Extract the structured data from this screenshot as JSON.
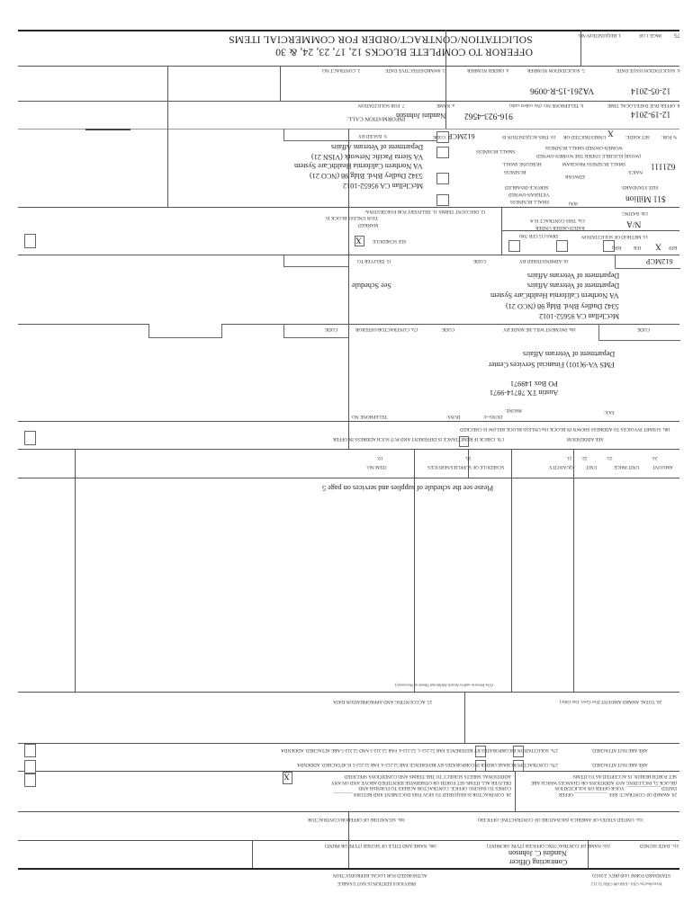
{
  "header": {
    "title": "SOLICITATION/CONTRACT/ORDER FOR COMMERCIAL ITEMS",
    "subtitle": "OFFEROR TO COMPLETE BLOCKS 12, 17, 23, 24, & 30",
    "requisition_label": "1. REQUISITION NO.",
    "page_label": "PAGE 1 OF",
    "page_total": "75"
  },
  "row2": {
    "contract_no_label": "2. CONTRACT NO.",
    "award_date_label": "3. AWARD/EFFECTIVE DATE",
    "order_no_label": "4. ORDER NUMBER",
    "solicitation_no_label": "5. SOLICITATION NUMBER",
    "solicitation_no": "VA261-15-R-0096",
    "issue_date_label": "6. SOLICITATION ISSUE DATE",
    "issue_date": "12-05-2014"
  },
  "row7": {
    "for_info_label": "7. FOR SOLICITATION",
    "for_info_label2": "INFORMATION CALL:",
    "name_label": "a. NAME",
    "name": "Nandini Johnson",
    "phone_label": "b. TELEPHONE NO. (No collect calls)",
    "phone": "916-923-4562",
    "offer_due_label": "8. OFFER DUE DATE/LOCAL TIME",
    "offer_due": "12-19-2014"
  },
  "issued_by": {
    "label": "9. ISSUED BY",
    "code_label": "CODE",
    "code": "612MCP",
    "address": [
      "Department of Veterans Affairs",
      "VA Sierra Pacific Network (VISN 21)",
      "VA Northern California HealthCare System",
      "5342 Dudley Blvd. Bldg 98 (NCO 21)",
      "McClellan CA 95652-1012"
    ]
  },
  "acquisition": {
    "label": "10. THIS ACQUISITION IS",
    "unrestricted": "UNRESTRICTED OR",
    "mark": "X",
    "set_aside": "SET ASIDE:",
    "percent_for": "% FOR:",
    "wosb1": "WOMEN-OWNED SMALL BUSINESS",
    "wosb_small": "SMALL BUSINESS",
    "wosb2": "(WOSB) ELIGIBLE UNDER THE WOMEN-OWNED",
    "wosb3": "SMALL BUSINESS PROGRAM",
    "hubzone": "HUBZONE SMALL",
    "business": "BUSINESS",
    "edwosb": "EDWOSB",
    "sdvosb1": "SERVICE-DISABLED",
    "sdvosb2": "VETERAN-OWNED",
    "sdvosb3": "SMALL BUSINESS",
    "eight_a": "8(A)",
    "naics_label": "NAICS:",
    "naics": "621111",
    "size_label": "SIZE STANDARD:",
    "size": "$11 Million"
  },
  "row11": {
    "discount_label": "12. DISCOUNT TERMS     11. DELIVERY FOR FOB DESTINA-",
    "delivery_label2": "TION UNLESS BLOCK IS",
    "delivery_label3": "MARKED",
    "see_schedule": "SEE SCHEDULE",
    "see_schedule_mark": "X",
    "rated_label1": "13a. THIS CONTRACT IS A",
    "rated_label2": "RATED ORDER UNDER",
    "rated_label3": "DPAS (15 CFR 700)",
    "rating_label": "13b. RATING",
    "rating": "N/A",
    "method_label": "14. METHOD OF SOLICITATION",
    "rfq": "RFQ",
    "ifb": "IFB",
    "rfp": "RFP",
    "rfp_mark": "X"
  },
  "row15": {
    "deliver_to_label": "15. DELIVER TO",
    "deliver_to": "See Schedule",
    "administered_label": "16. ADMINISTERED BY",
    "code_label": "CODE",
    "code": "612MCP",
    "address": [
      "Department of Veterans Affairs",
      "Department of Veterans Affairs",
      "VA Northern California HealthCare System",
      "5342 Dudley Blvd. Bldg 98 (NCO 21)",
      "McClellan CA 95652-1012"
    ]
  },
  "row17": {
    "contractor_label": "17a. CONTRACTOR/OFFEROR",
    "contractor_code_label": "CODE",
    "payment_label": "18a. PAYMENT WILL BE MADE BY",
    "payment_code_label": "CODE",
    "code_label": "CODE",
    "payment_address": [
      "Department of Veterans Affairs",
      "FMS VA-9(101) Financial Services Center",
      "PO Box 149971",
      "Austin TX 78714-9971"
    ],
    "fax_label": "FAX:",
    "phone_label": "PHONE:",
    "duns4_label": "DUNS+4:",
    "duns_label": "DUNS:",
    "telephone_label": "TELEPHONE NO.",
    "submit_invoices": "18b. SUBMIT INVOICES TO ADDRESS SHOWN IN BLOCK 18a UNLESS BLOCK BELOW IS CHECKED",
    "see_addendum": "SEE ADDENDUM",
    "remittance": "17b. CHECK IF REMITTANCE IS DIFFERENT AND PUT SUCH ADDRESS IN OFFER"
  },
  "schedule": {
    "columns": [
      {
        "num": "19.",
        "label": "ITEM NO."
      },
      {
        "num": "20.",
        "label": "SCHEDULE OF SUPPLIES/SERVICES"
      },
      {
        "num": "21.",
        "label": "QUANTITY"
      },
      {
        "num": "22.",
        "label": "UNIT"
      },
      {
        "num": "23.",
        "label": "UNIT PRICE"
      },
      {
        "num": "24.",
        "label": "AMOUNT"
      }
    ],
    "note": "Please see the schedule of supplies and services on page 5",
    "footer_note": "(Use Reverse and/or Attach Additional Sheets as Necessary)"
  },
  "accounting": {
    "accounting_label": "25. ACCOUNTING AND APPROPRIATION DATA",
    "total_label": "26. TOTAL AWARD AMOUNT (For Govt. Use Only)"
  },
  "clauses": {
    "c27a": "27a. SOLICITATION INCORPORATES BY REFERENCE FAR 52.212-1, 52.212-4. FAR 52.212-3 AND 52.212-5 ARE ATTACHED.    ADDENDA",
    "c27a_attached": "ARE     ARE NOT ATTACHED.",
    "c27b": "27b. CONTRACT/PURCHASE ORDER INCORPORATES BY REFERENCE FAR 52.212-4. FAR 52.212-5 IS ATTACHED.    ADDENDA",
    "c27b_attached": "ARE     ARE NOT ATTACHED.",
    "c28_1": "28. CONTRACTOR IS REQUIRED TO SIGN THIS DOCUMENT AND RETURN ________",
    "c28_2": "COPIES TO ISSUING OFFICE. CONTRACTOR AGREES TO FURNISH AND",
    "c28_3": "DELIVER ALL ITEMS SET FORTH OR OTHERWISE IDENTIFIED ABOVE AND ON ANY",
    "c28_4": "ADDITIONAL SHEETS SUBJECT TO THE TERMS AND CONDITIONS SPECIFIED",
    "c28_mark": "X",
    "c29_1": "29. AWARD OF CONTRACT: REF. ______________ OFFER",
    "c29_2": "DATED ______________ . YOUR OFFER ON SOLICITATION",
    "c29_3": "(BLOCK 5), INCLUDING ANY ADDITIONS OR CHANGES WHICH ARE",
    "c29_4": "SET FORTH HEREIN, IS ACCEPTED AS TO ITEMS:"
  },
  "signatures": {
    "s31a": "31a. UNITED STATES OF AMERICA (SIGNATURE OF CONTRACTING OFFICER)",
    "s30a": "30a. SIGNATURE OF OFFEROR/CONTRACTOR",
    "s31c": "31c. DATE SIGNED",
    "s31b": "31b. NAME OF CONTRACTING OFFICER (TYPE OR PRINT)",
    "s30b": "30b. NAME AND TITLE OF SIGNER (TYPE OR PRINT)",
    "officer_name": "Nandini C. Johnson",
    "officer_title": "Contracting Officer"
  },
  "footer": {
    "form_name": "STANDARD FORM 1449 (REV. 2/2012)",
    "prescribed": "Prescribed by GSA - FAR (48 CFR) 53.212",
    "authorized": "AUTHORIZED FOR LOCAL REPRODUCTION",
    "previous": "PREVIOUS EDITION IS NOT USABLE"
  }
}
